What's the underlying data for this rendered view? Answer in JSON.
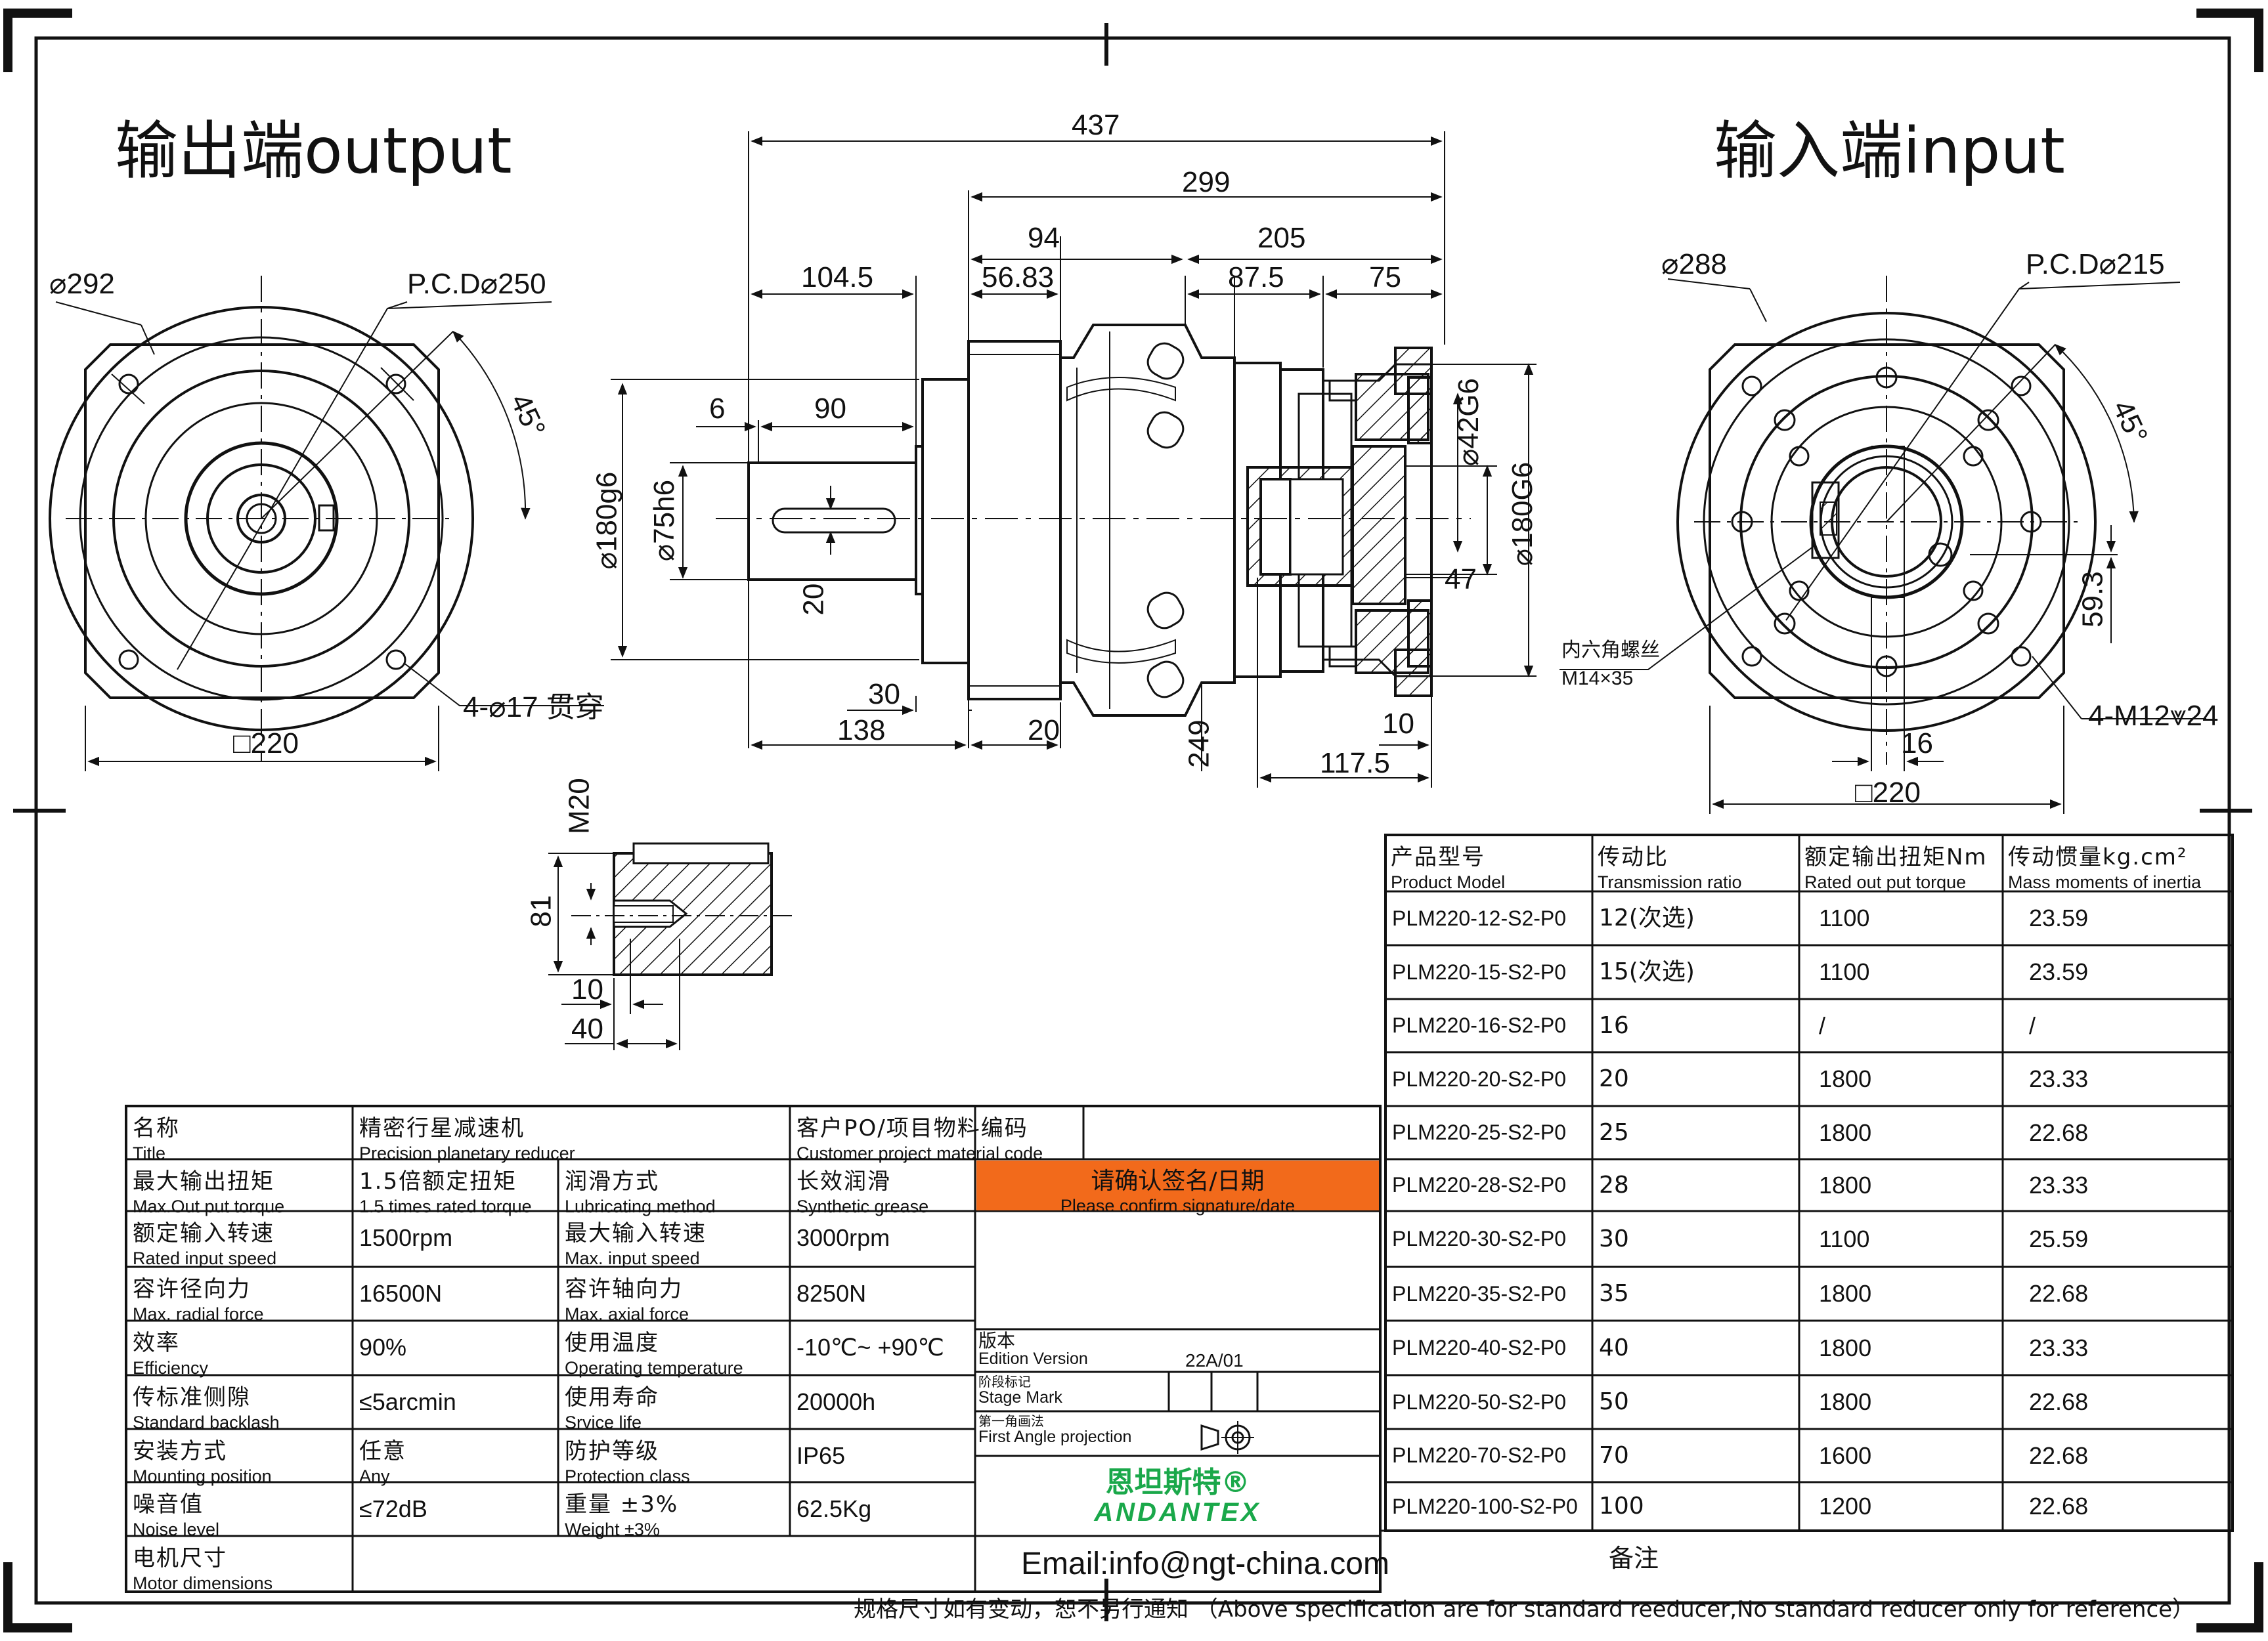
{
  "headers": {
    "output": "输出端output",
    "input": "输入端input"
  },
  "dimensions": {
    "total_len": "437",
    "len_299": "299",
    "len_94": "94",
    "len_205": "205",
    "len_104_5": "104.5",
    "len_56_83": "56.83",
    "len_87_5": "87.5",
    "len_75": "75",
    "len_6": "6",
    "len_90": "90",
    "len_20_key": "20",
    "len_30": "30",
    "len_138": "138",
    "len_20_b": "20",
    "len_249": "249",
    "len_10": "10",
    "len_117_5": "117.5",
    "len_47": "47",
    "d180_left": "⌀180g6",
    "d75": "⌀75h6",
    "d42": "⌀42G6",
    "d180_right": "⌀180G6",
    "out_d292": "⌀292",
    "out_pcd": "P.C.D⌀250",
    "out_45": "45°",
    "out_holes": "4-⌀17 贯穿",
    "out_sq": "□220",
    "in_d288": "⌀288",
    "in_pcd": "P.C.D⌀215",
    "in_45": "45°",
    "in_59_3": "59.3",
    "in_16": "16",
    "in_holes": "4-M12⩔24",
    "in_sq": "□220",
    "screw_cn": "内六角螺丝",
    "screw_en": "M14×35",
    "shaft_m20": "M20",
    "shaft_81": "81",
    "shaft_10": "10",
    "shaft_40": "40"
  },
  "spec_table": {
    "title_cn": "名称",
    "title_en": "Title",
    "title_val_cn": "精密行星减速机",
    "title_val_en": "Precision planetary reducer",
    "po_cn": "客户PO/项目物料编码",
    "po_en": "Customer project material code",
    "rows": [
      {
        "l_cn": "最大输出扭矩",
        "l_en": "Max.Out put torque",
        "l_val_cn": "1.5倍额定扭矩",
        "l_val": "1.5 times rated torque",
        "r_cn": "润滑方式",
        "r_en": "Lubricating method",
        "r_val_cn": "长效润滑",
        "r_val": "Synthetic grease"
      },
      {
        "l_cn": "额定输入转速",
        "l_en": "Rated input speed",
        "l_val_cn": "",
        "l_val": "1500rpm",
        "r_cn": "最大输入转速",
        "r_en": "Max. input speed",
        "r_val_cn": "",
        "r_val": "3000rpm"
      },
      {
        "l_cn": "容许径向力",
        "l_en": "Max. radial force",
        "l_val_cn": "",
        "l_val": "16500N",
        "r_cn": "容许轴向力",
        "r_en": "Max. axial force",
        "r_val_cn": "",
        "r_val": "8250N"
      },
      {
        "l_cn": "效率",
        "l_en": "Efficiency",
        "l_val_cn": "",
        "l_val": "90%",
        "r_cn": "使用温度",
        "r_en": "Operating temperature",
        "r_val_cn": "",
        "r_val": "-10℃~ +90℃"
      },
      {
        "l_cn": "传标准侧隙",
        "l_en": "Standard backlash",
        "l_val_cn": "",
        "l_val": "≤5arcmin",
        "r_cn": "使用寿命",
        "r_en": "Srvice life",
        "r_val_cn": "",
        "r_val": "20000h"
      },
      {
        "l_cn": "安装方式",
        "l_en": "Mounting position",
        "l_val_cn": "任意",
        "l_val": "Any",
        "r_cn": "防护等级",
        "r_en": "Protection class",
        "r_val_cn": "",
        "r_val": "IP65"
      },
      {
        "l_cn": "噪音值",
        "l_en": "Noise level",
        "l_val_cn": "",
        "l_val": "≤72dB",
        "r_cn": "重量 ±3%",
        "r_en": "Weight ±3%",
        "r_val_cn": "",
        "r_val": "62.5Kg"
      }
    ],
    "motor_cn": "电机尺寸",
    "motor_en": "Motor dimensions",
    "confirm_cn": "请确认签名/日期",
    "confirm_en": "Please confirm signature/date",
    "version_cn": "版本",
    "version_en": "Edition Version",
    "version_val": "22A/01",
    "stage_cn": "阶段标记",
    "stage_en": "Stage Mark",
    "proj_cn": "第一角画法",
    "proj_en": "First Angle projection",
    "brand_cn": "恩坦斯特®",
    "brand_en": "ANDANTEX",
    "email": "Email:info@ngt-china.com",
    "remark": "备注"
  },
  "model_table": {
    "headers": [
      {
        "cn": "产品型号",
        "en": "Product Model"
      },
      {
        "cn": "传动比",
        "en": "Transmission ratio"
      },
      {
        "cn": "额定输出扭矩Nm",
        "en": "Rated out put torque"
      },
      {
        "cn": "传动惯量kg.cm²",
        "en": "Mass moments of inertia"
      }
    ],
    "rows": [
      {
        "model": "PLM220-12-S2-P0",
        "ratio": "12(次选)",
        "torque": "1100",
        "inertia": "23.59"
      },
      {
        "model": "PLM220-15-S2-P0",
        "ratio": "15(次选)",
        "torque": "1100",
        "inertia": "23.59"
      },
      {
        "model": "PLM220-16-S2-P0",
        "ratio": "16",
        "torque": "/",
        "inertia": "/"
      },
      {
        "model": "PLM220-20-S2-P0",
        "ratio": "20",
        "torque": "1800",
        "inertia": "23.33"
      },
      {
        "model": "PLM220-25-S2-P0",
        "ratio": "25",
        "torque": "1800",
        "inertia": "22.68"
      },
      {
        "model": "PLM220-28-S2-P0",
        "ratio": "28",
        "torque": "1800",
        "inertia": "23.33"
      },
      {
        "model": "PLM220-30-S2-P0",
        "ratio": "30",
        "torque": "1100",
        "inertia": "25.59"
      },
      {
        "model": "PLM220-35-S2-P0",
        "ratio": "35",
        "torque": "1800",
        "inertia": "22.68"
      },
      {
        "model": "PLM220-40-S2-P0",
        "ratio": "40",
        "torque": "1800",
        "inertia": "23.33"
      },
      {
        "model": "PLM220-50-S2-P0",
        "ratio": "50",
        "torque": "1800",
        "inertia": "22.68"
      },
      {
        "model": "PLM220-70-S2-P0",
        "ratio": "70",
        "torque": "1600",
        "inertia": "22.68"
      },
      {
        "model": "PLM220-100-S2-P0",
        "ratio": "100",
        "torque": "1200",
        "inertia": "22.68"
      }
    ]
  },
  "footer_note": "规格尺寸如有变动，恕不另行通知 （Above specification are for standard reeducer,No standard reducer only for reference）",
  "colors": {
    "confirm_bg": "#f26a1b",
    "brand": "#1aa84a",
    "line": "#111111"
  }
}
